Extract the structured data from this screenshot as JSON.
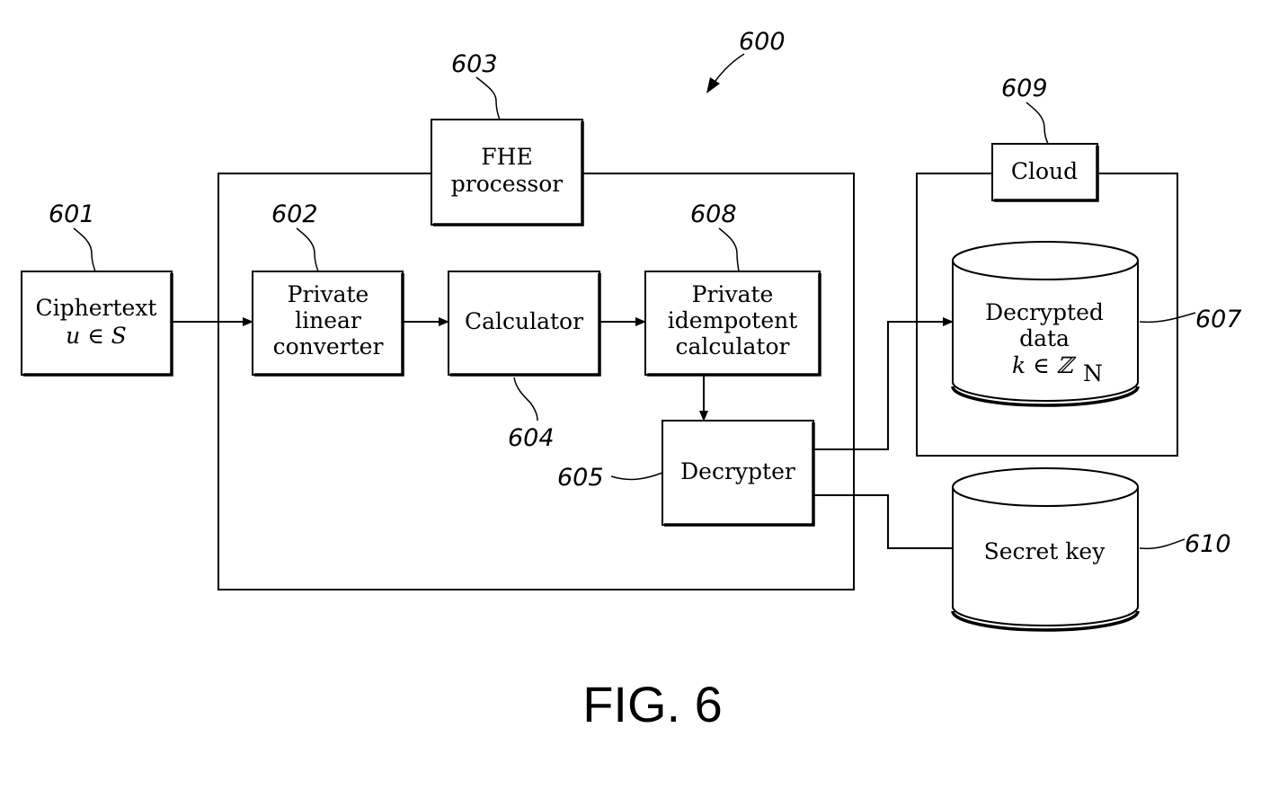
{
  "figure": {
    "ref": "600",
    "caption": "FIG. 6"
  },
  "blocks": {
    "ciphertext": {
      "ref": "601",
      "line1": "Ciphertext",
      "line2": "u ∈ S"
    },
    "converter": {
      "ref": "602",
      "line1": "Private",
      "line2": "linear",
      "line3": "converter"
    },
    "fhe": {
      "ref": "603",
      "line1": "FHE",
      "line2": "processor"
    },
    "calculator": {
      "ref": "604",
      "label": "Calculator"
    },
    "decrypter": {
      "ref": "605",
      "label": "Decrypter"
    },
    "idempotent": {
      "ref": "608",
      "line1": "Private",
      "line2": "idempotent",
      "line3": "calculator"
    }
  },
  "cloud": {
    "ref": "609",
    "label": "Cloud",
    "decrypted": {
      "ref": "607",
      "line1": "Decrypted",
      "line2": "data",
      "math": "k ∈ ℤ",
      "subscript": "N"
    }
  },
  "secret_key": {
    "ref": "610",
    "label": "Secret key"
  }
}
